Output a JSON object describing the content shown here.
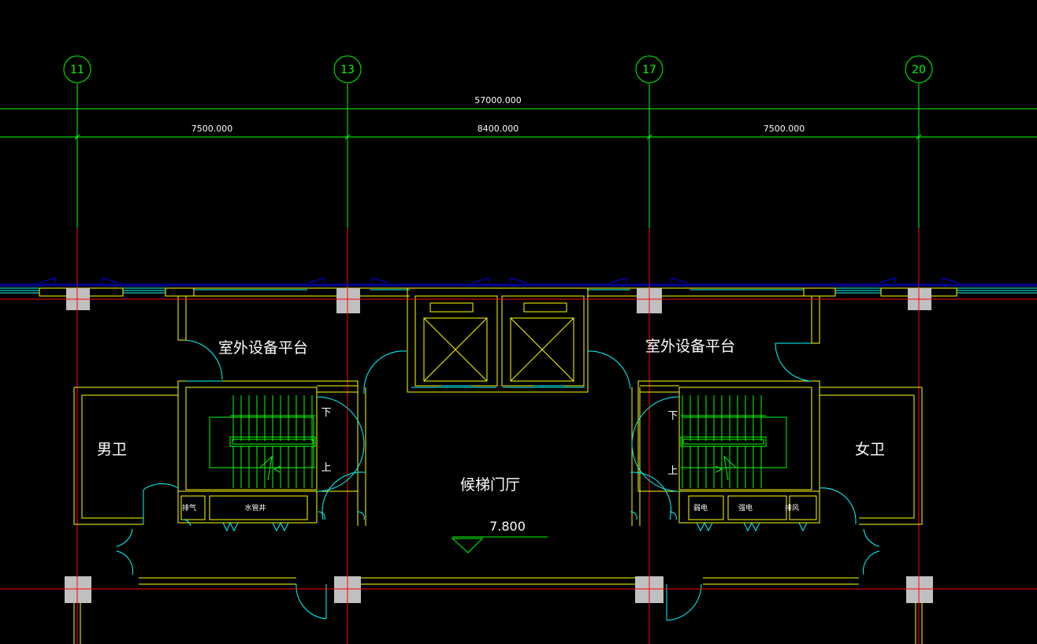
{
  "axes": [
    "11",
    "13",
    "17",
    "20"
  ],
  "dimensions": {
    "overall": "57000.000",
    "bay_left": "7500.000",
    "bay_middle": "8400.000",
    "bay_right": "7500.000"
  },
  "rooms": {
    "platform_left": "室外设备平台",
    "platform_right": "室外设备平台",
    "mens_wc": "男卫",
    "womens_wc": "女卫",
    "elevator_lobby": "候梯门厅"
  },
  "shaft_labels": {
    "exhaust_left": "排气",
    "water_pipe": "水管井",
    "weak_current": "弱电",
    "strong_current": "强电",
    "exhaust_right": "排风"
  },
  "stair_marks": {
    "down": "下",
    "up": "上"
  },
  "elevation": "7.800",
  "colors": {
    "background": "#000000",
    "axis_green": "#00ff00",
    "grid_red": "#ff0000",
    "wall_yellow": "#ffff00",
    "door_cyan": "#00ffff",
    "window_blue": "#0000ff",
    "column_gray": "#c0c0c0",
    "text_white": "#ffffff"
  }
}
